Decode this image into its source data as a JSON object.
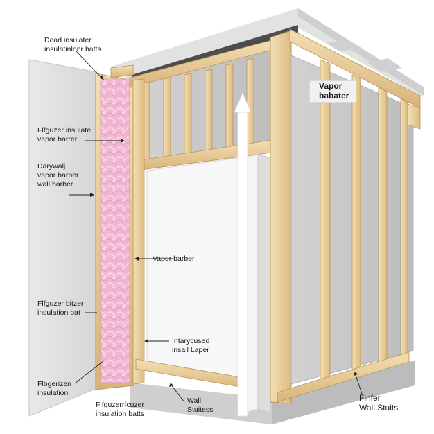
{
  "diagram": {
    "labels": {
      "top_left": "Dead insulater\ninsulatinlonr batts",
      "fiber_vapor": "Flfguzer insulate\nvapor barrer",
      "drywall": "Darywalj\nvapor barber\nwall barber",
      "vapor_mid": "Vapor barber",
      "fiber_bat": "Flfguzer bitzer\ninsulation bat",
      "fiberizen": "Flbgerizen\ninsulation",
      "bottom_batts": "Flfguzerrícuzer\ninsulation batts",
      "wall_studs_mid": "Wall\nStuitess",
      "interior_layer": "Intarycused\ninsall Laper",
      "vapor_callout": "Vapor\nbabater",
      "finfer_studs": "Finfer\nWall Stuits"
    },
    "colors": {
      "insulation_pink": "#f1b7d2",
      "stud_wood": "#ecd4a1",
      "sheathing_gray": "#c9c9c9",
      "drywall_white": "#f7f7f7",
      "roof_gray": "#d9d9d9"
    }
  }
}
